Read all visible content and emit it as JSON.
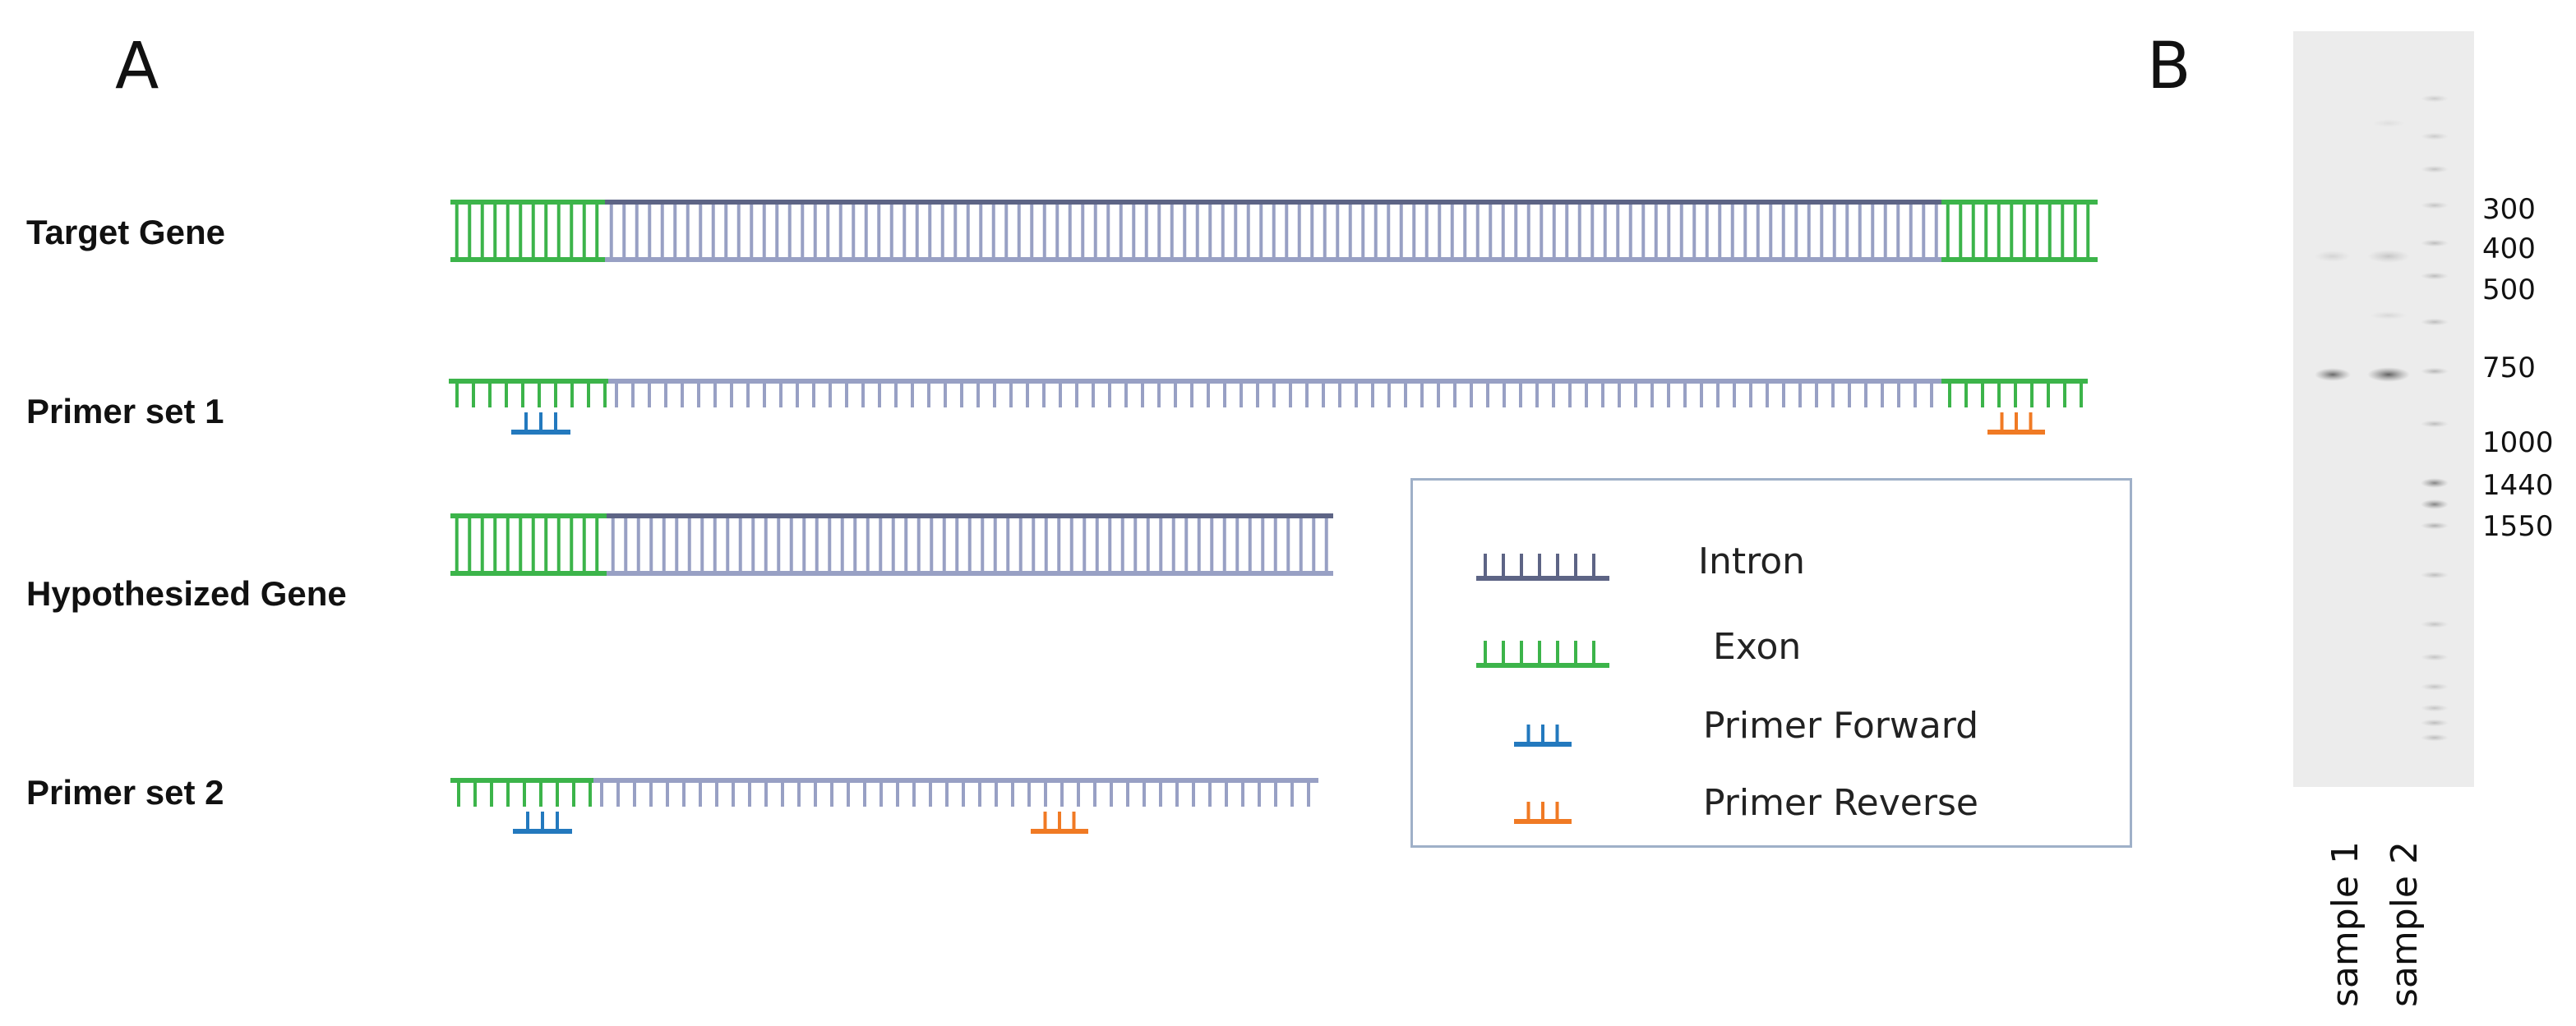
{
  "panels": {
    "a": "A",
    "b": "B"
  },
  "rows": {
    "target_gene": "Target Gene",
    "primer_set_1": "Primer set 1",
    "hypothesized_gene": "Hypothesized Gene",
    "primer_set_2": "Primer set 2"
  },
  "legend": {
    "intron": "Intron",
    "exon": "Exon",
    "primer_forward": "Primer Forward",
    "primer_reverse": "Primer Reverse"
  },
  "gel": {
    "ladder": [
      "300",
      "400",
      "500",
      "750",
      "1000",
      "1440",
      "1550"
    ],
    "lanes": [
      "sample 1",
      "sample 2"
    ]
  },
  "colors": {
    "exon": "#3cb44a",
    "intron_dark": "#5d6485",
    "intron_light": "#98a0c4",
    "primer_forward": "#2379be",
    "primer_reverse": "#f07a24",
    "gel_bg": "#ececec"
  }
}
